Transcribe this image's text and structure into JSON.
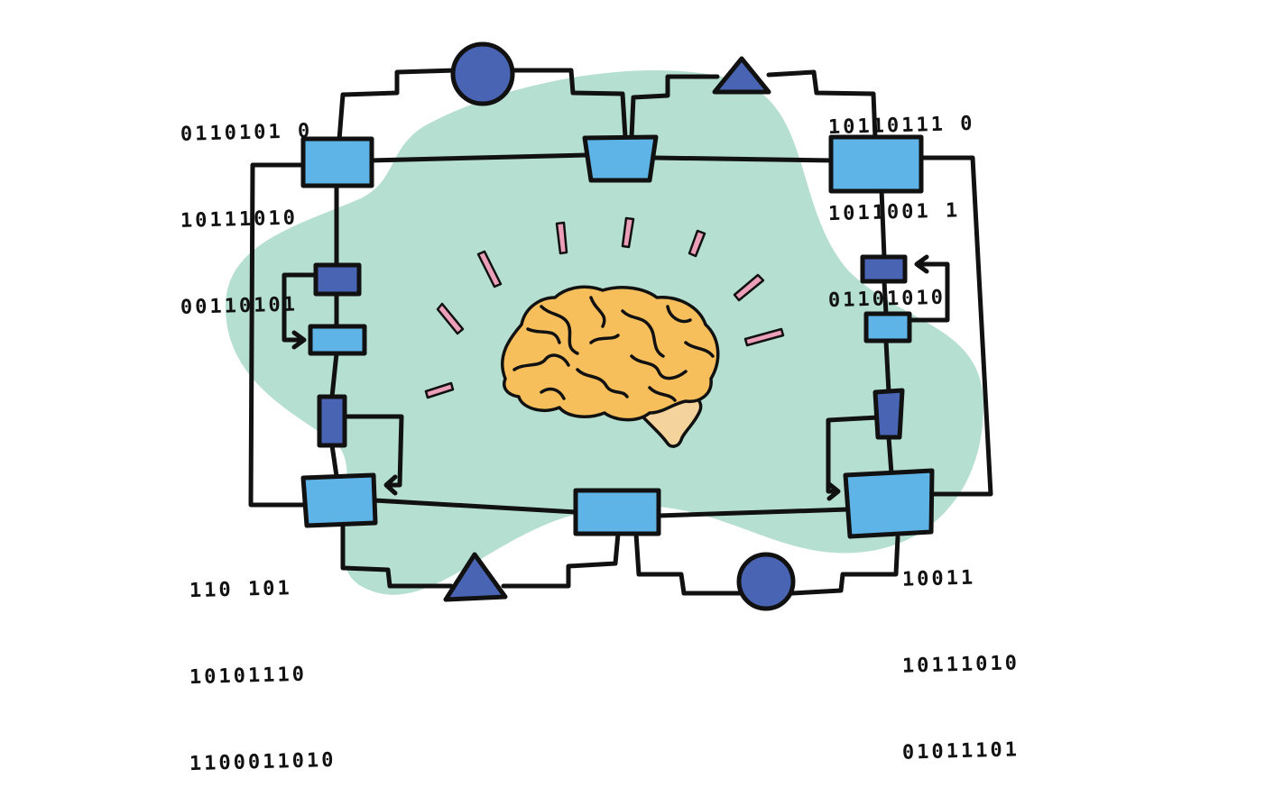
{
  "colors": {
    "blob": "#b5dfd1",
    "node_light": "#5eb4e6",
    "node_dark": "#4a64b4",
    "brain": "#f6bf5c",
    "brain_stem": "#f4d39d",
    "spark": "#ec9fb8",
    "line": "#111111"
  },
  "binary": {
    "top_left": [
      "0110101 0",
      "10111010",
      "00110101"
    ],
    "top_right": [
      "10110111 0",
      "1011001 1",
      "01101010"
    ],
    "bottom_left": [
      "110 101",
      "10101110",
      "1100011010"
    ],
    "bottom_right": [
      "10011",
      "10111010",
      "01011101"
    ]
  },
  "icons": [
    "brain-icon",
    "circle-shape",
    "triangle-shape",
    "arrow-icon"
  ]
}
